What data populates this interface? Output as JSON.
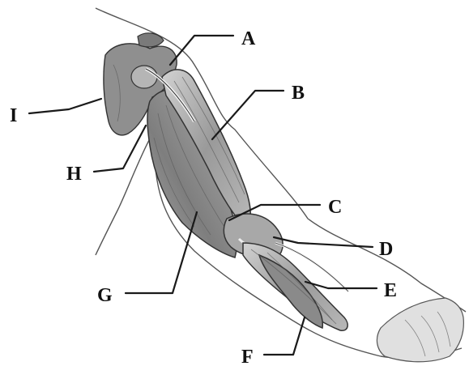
{
  "labels": {
    "A": "A",
    "B": "B",
    "C": "C",
    "D": "D",
    "E": "E",
    "F": "F",
    "G": "G",
    "H": "H",
    "I": "I"
  },
  "colors": {
    "muscle_dark": "#8c8c8c",
    "muscle_light": "#c4c4c4",
    "bone": "#9a9a9a",
    "skin_outline": "#555555"
  }
}
